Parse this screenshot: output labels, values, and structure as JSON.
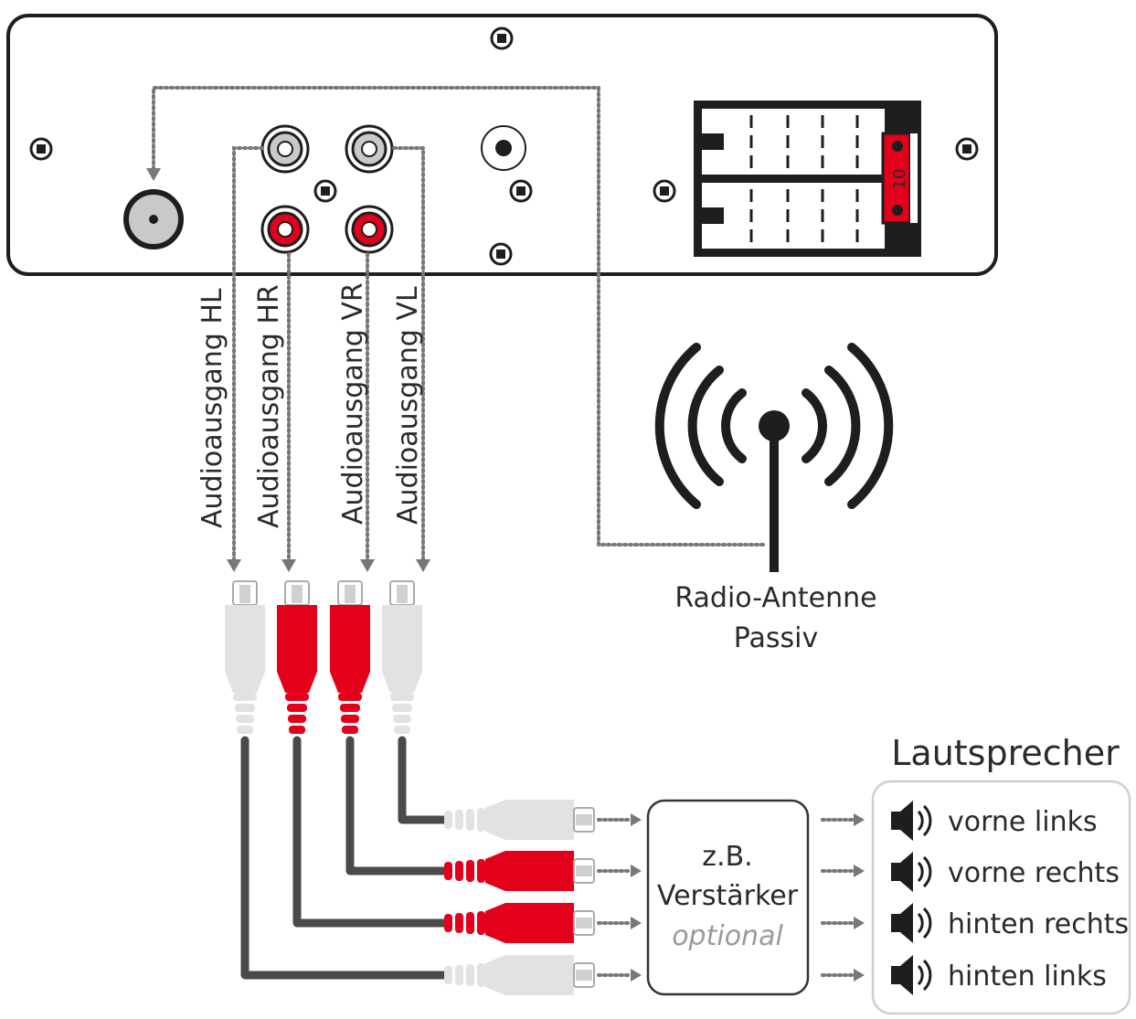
{
  "labels": {
    "audio_hl": "Audioausgang HL",
    "audio_hr": "Audioausgang HR",
    "audio_vr": "Audioausgang VR",
    "audio_vl": "Audioausgang VL",
    "antenna_line1": "Radio-Antenne",
    "antenna_line2": "Passiv",
    "amp_line1": "z.B.",
    "amp_line2": "Verstärker",
    "amp_line3": "optional",
    "speakers_title": "Lautsprecher",
    "connector_mark": "10"
  },
  "speakers": [
    "vorne links",
    "vorne rechts",
    "hinten rechts",
    "hinten links"
  ],
  "colors": {
    "red": "#e3001b",
    "white_plug": "#e2e2e2",
    "dark": "#1e1e1e",
    "dotted": "#777777",
    "cable": "#4a4a4a"
  },
  "icons": {
    "speaker": "speaker-icon",
    "antenna": "antenna-icon",
    "screw": "screw-icon"
  }
}
